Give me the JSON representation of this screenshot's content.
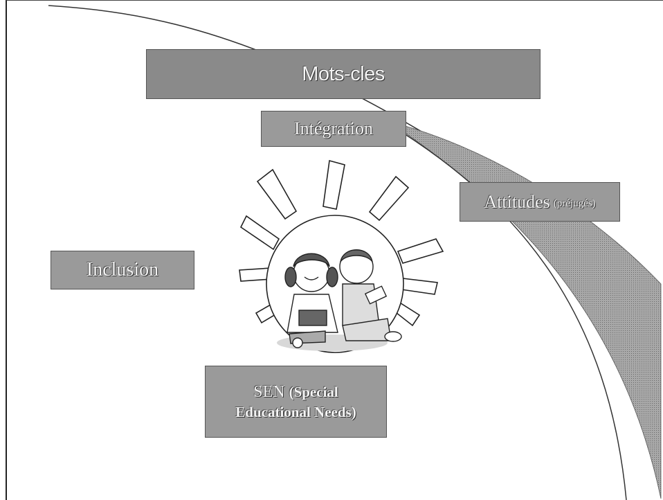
{
  "slide": {
    "title": "Mots-cles",
    "keywords": {
      "integration": "Intégration",
      "attitudes": "Attitudes",
      "attitudes_note": "(préjugés)",
      "inclusion": "Inclusion",
      "sen_abbrev": "SEN",
      "sen_line1": "(Special",
      "sen_line2": "Educational Needs)"
    }
  }
}
